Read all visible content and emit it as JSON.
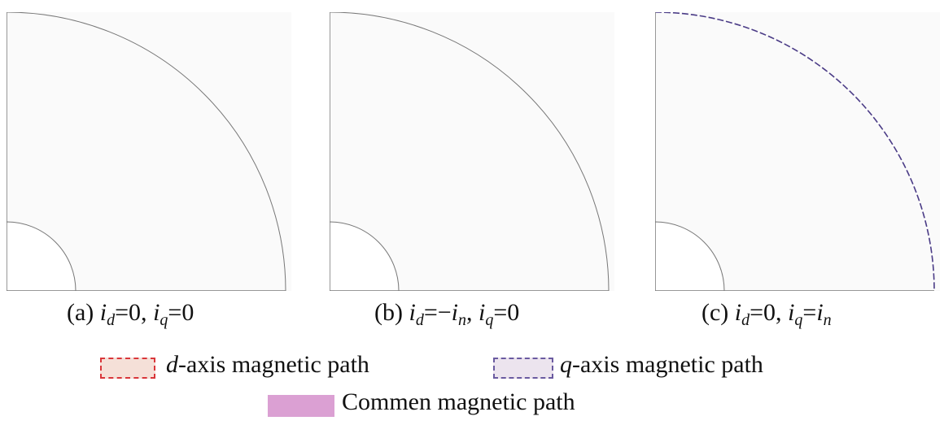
{
  "panels": [
    {
      "id": "a",
      "caption": [
        {
          "t": "(a) "
        },
        {
          "t": "i",
          "i": true
        },
        {
          "t": "d",
          "sub": true
        },
        {
          "t": "=0, "
        },
        {
          "t": "i",
          "i": true
        },
        {
          "t": "q",
          "sub": true
        },
        {
          "t": "=0"
        }
      ]
    },
    {
      "id": "b",
      "caption": [
        {
          "t": "(b) "
        },
        {
          "t": "i",
          "i": true
        },
        {
          "t": "d",
          "sub": true
        },
        {
          "t": "=−"
        },
        {
          "t": "i",
          "i": true
        },
        {
          "t": "n",
          "sub": true
        },
        {
          "t": ", "
        },
        {
          "t": "i",
          "i": true
        },
        {
          "t": "q",
          "sub": true
        },
        {
          "t": "=0"
        }
      ]
    },
    {
      "id": "c",
      "caption": [
        {
          "t": "(c) "
        },
        {
          "t": "i",
          "i": true
        },
        {
          "t": "d",
          "sub": true
        },
        {
          "t": "=0, "
        },
        {
          "t": "i",
          "i": true
        },
        {
          "t": "q",
          "sub": true
        },
        {
          "t": "="
        },
        {
          "t": "i",
          "i": true
        },
        {
          "t": "n",
          "sub": true
        }
      ]
    }
  ],
  "legend": {
    "d_axis": {
      "prefix": "d",
      "label": "-axis magnetic path"
    },
    "q_axis": {
      "prefix": "q",
      "label": "-axis magnetic path"
    },
    "common": {
      "label": "Commen magnetic path"
    }
  },
  "colors": {
    "d_fill": "#f5d9cf",
    "d_stroke": "#d9363a",
    "q_fill": "#eee2ee",
    "q_stroke": "#4a3b86",
    "common_fill": "#d994cf",
    "line": "#8a8a8a"
  }
}
